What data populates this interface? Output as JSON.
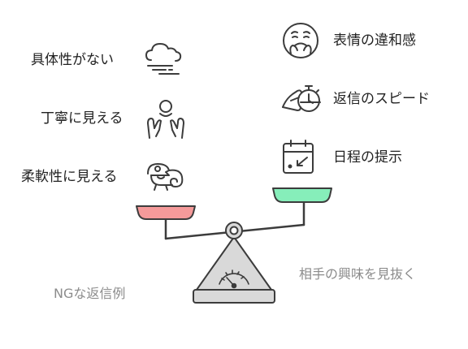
{
  "left_items": [
    {
      "label": "具体性がない",
      "icon": "cloud-fog-icon"
    },
    {
      "label": "丁寧に見える",
      "icon": "praying-hands-icon"
    },
    {
      "label": "柔軟性に見える",
      "icon": "chameleon-icon"
    }
  ],
  "right_items": [
    {
      "label": "表情の違和感",
      "icon": "confused-face-icon"
    },
    {
      "label": "返信のスピード",
      "icon": "hand-stopwatch-icon"
    },
    {
      "label": "日程の提示",
      "icon": "calendar-icon"
    }
  ],
  "captions": {
    "left": "NGな返信例",
    "right": "相手の興味を見抜く"
  },
  "colors": {
    "left_pan": "#f59a9a",
    "right_pan": "#86eeba",
    "scale_body": "#d9d9d9",
    "stroke": "#3c3c3c",
    "caption_text": "#8c8c8c"
  }
}
